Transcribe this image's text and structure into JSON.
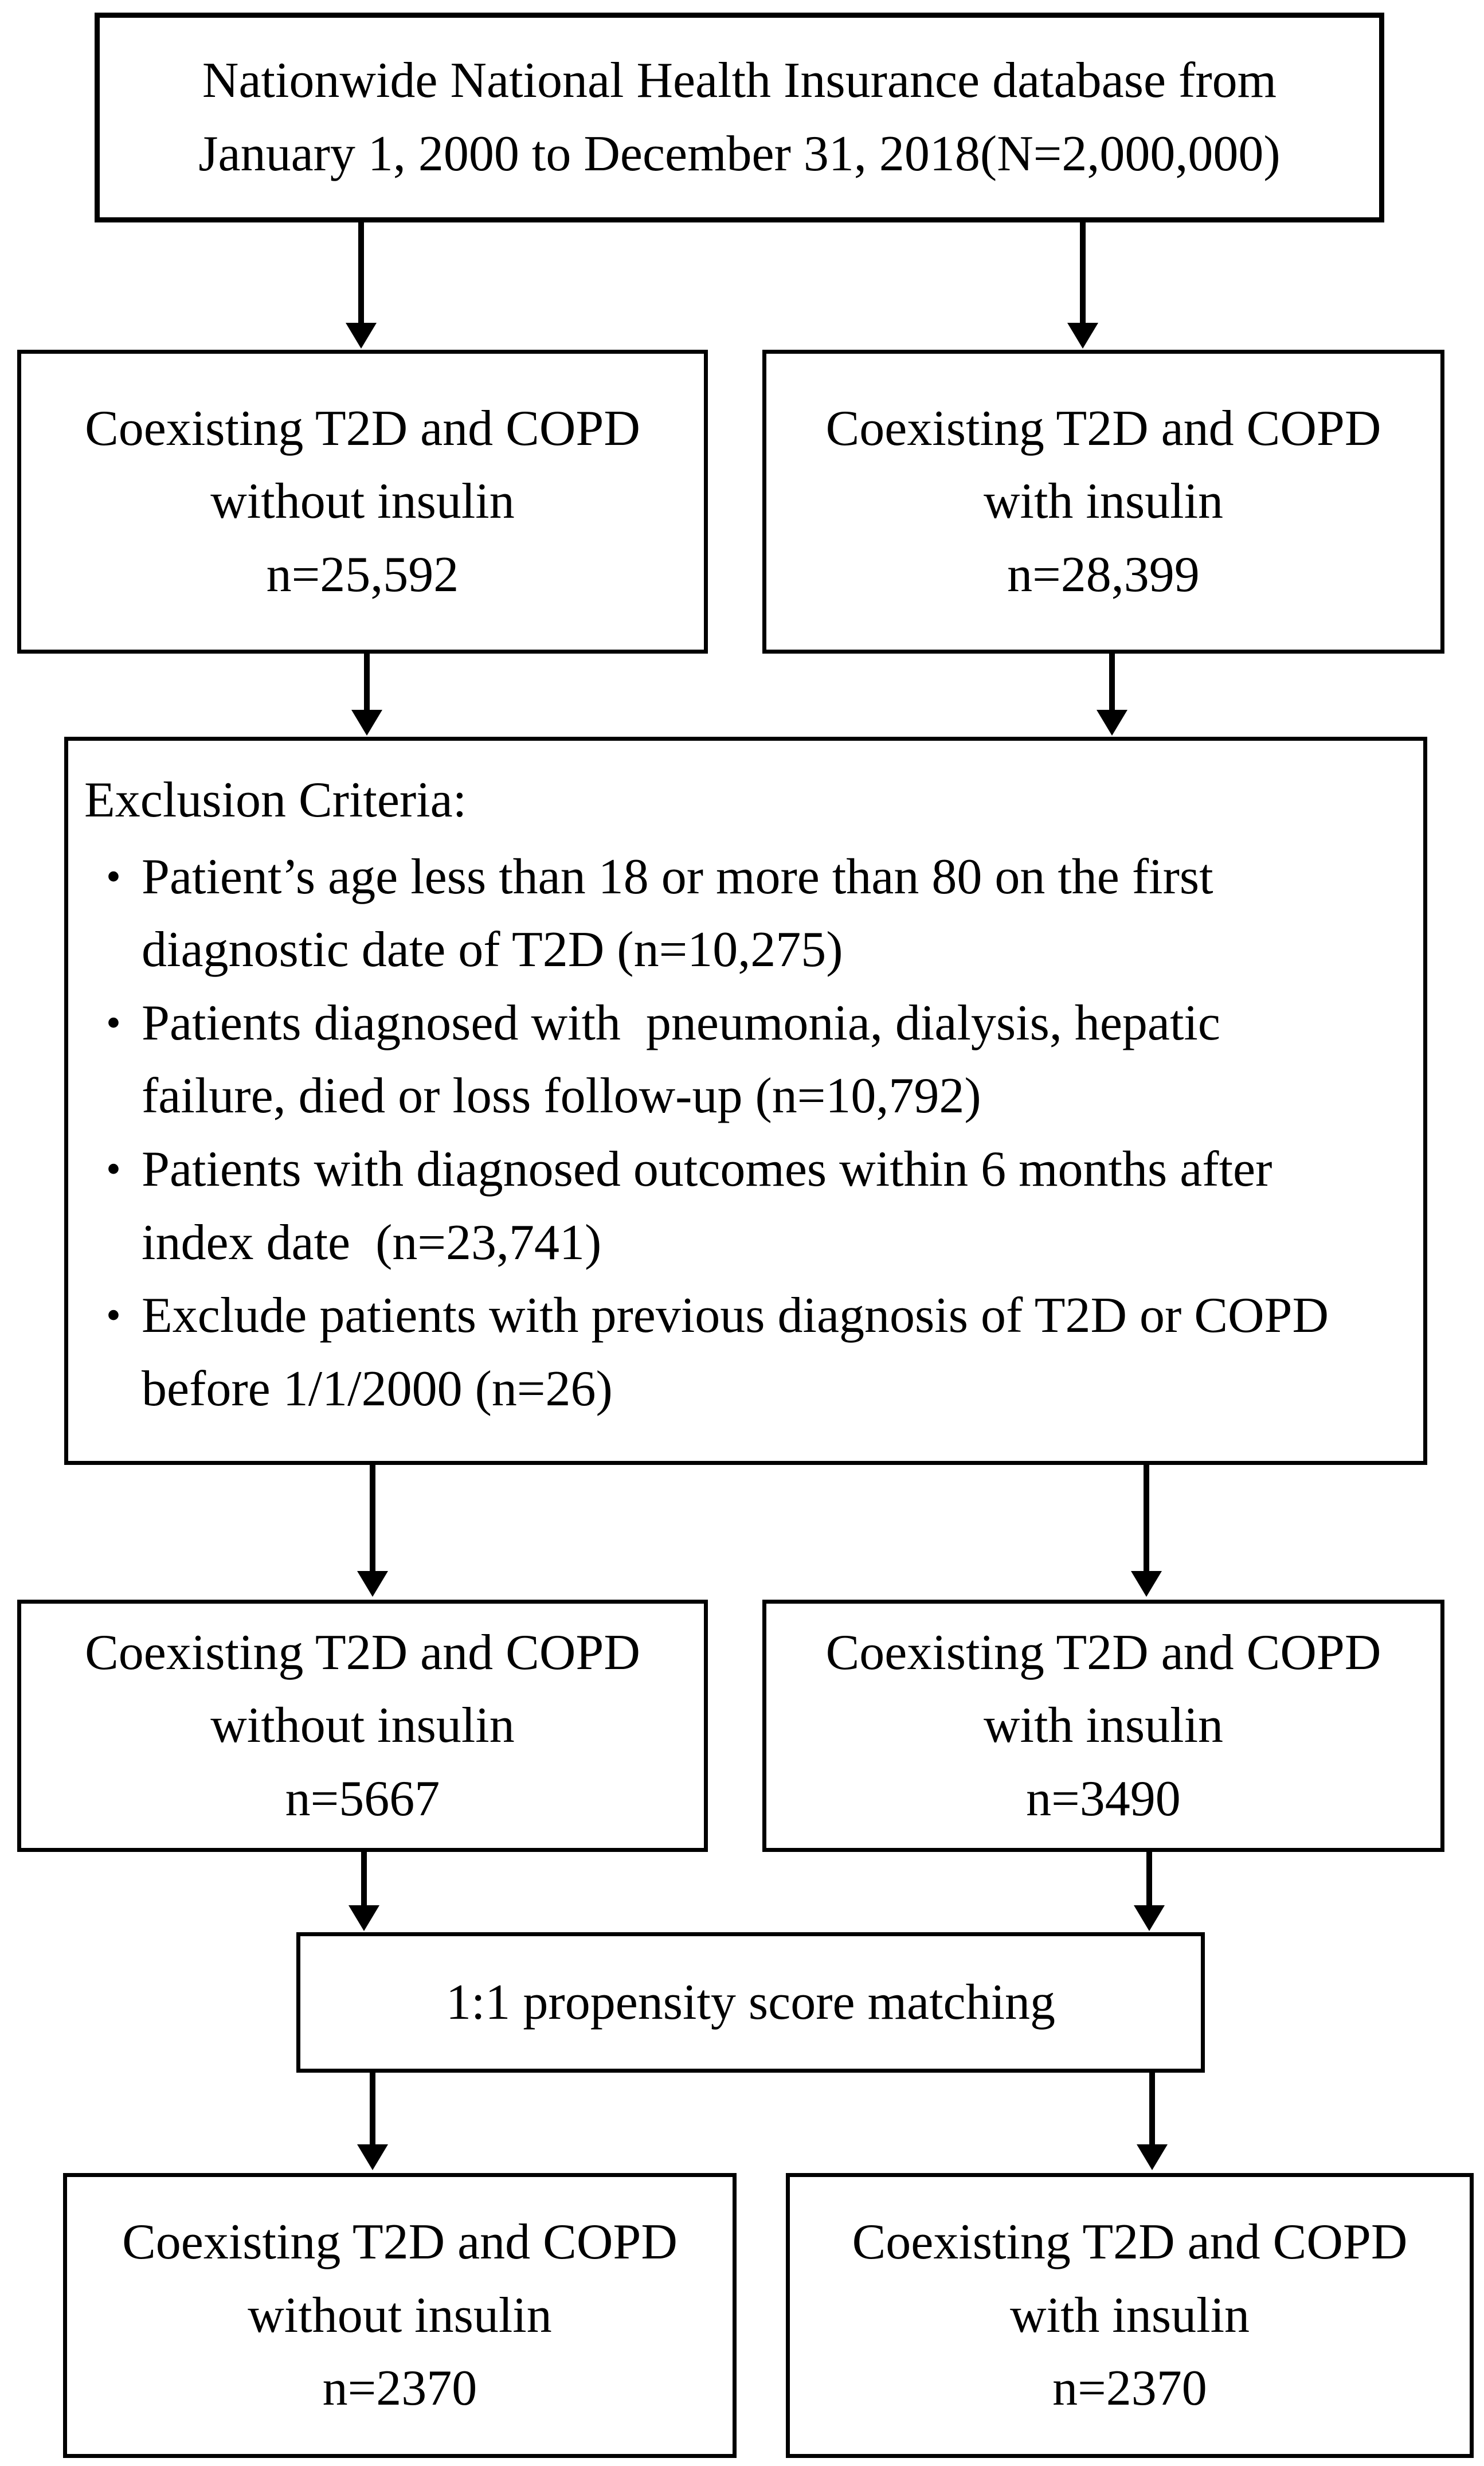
{
  "figure": {
    "background_color": "#ffffff",
    "line_color": "#000000",
    "description": "Patient selection flowchart"
  },
  "icons": {
    "bullet": "•"
  },
  "boxes": {
    "source": {
      "lines": [
        "Nationwide National Health Insurance database from",
        "January 1, 2000 to December 31, 2018(N=2,000,000)"
      ]
    },
    "cohort_without_insulin": {
      "lines": [
        "Coexisting T2D and COPD",
        "without insulin",
        "n=25,592"
      ]
    },
    "cohort_with_insulin": {
      "lines": [
        "Coexisting T2D and COPD",
        "with insulin",
        "n=28,399"
      ]
    },
    "exclusion": {
      "title": "Exclusion Criteria:",
      "bullets": [
        "Patient’s age less than 18 or more than 80 on the first diagnostic date of T2D (n=10,275)",
        "Patients diagnosed with  pneumonia, dialysis, hepatic failure, died or loss follow-up (n=10,792)",
        "Patients with diagnosed outcomes within 6 months after index date  (n=23,741)",
        "Exclude patients with previous diagnosis of T2D or COPD  before 1/1/2000 (n=26)"
      ]
    },
    "eligible_without_insulin": {
      "lines": [
        "Coexisting T2D and COPD",
        "without insulin",
        "n=5667"
      ]
    },
    "eligible_with_insulin": {
      "lines": [
        "Coexisting T2D and COPD",
        "with insulin",
        "n=3490"
      ]
    },
    "matching": {
      "lines": [
        "1:1 propensity score matching"
      ]
    },
    "matched_without_insulin": {
      "lines": [
        "Coexisting T2D and COPD",
        "without insulin",
        "n=2370"
      ]
    },
    "matched_with_insulin": {
      "lines": [
        "Coexisting T2D and COPD",
        "with insulin",
        "n=2370"
      ]
    }
  }
}
